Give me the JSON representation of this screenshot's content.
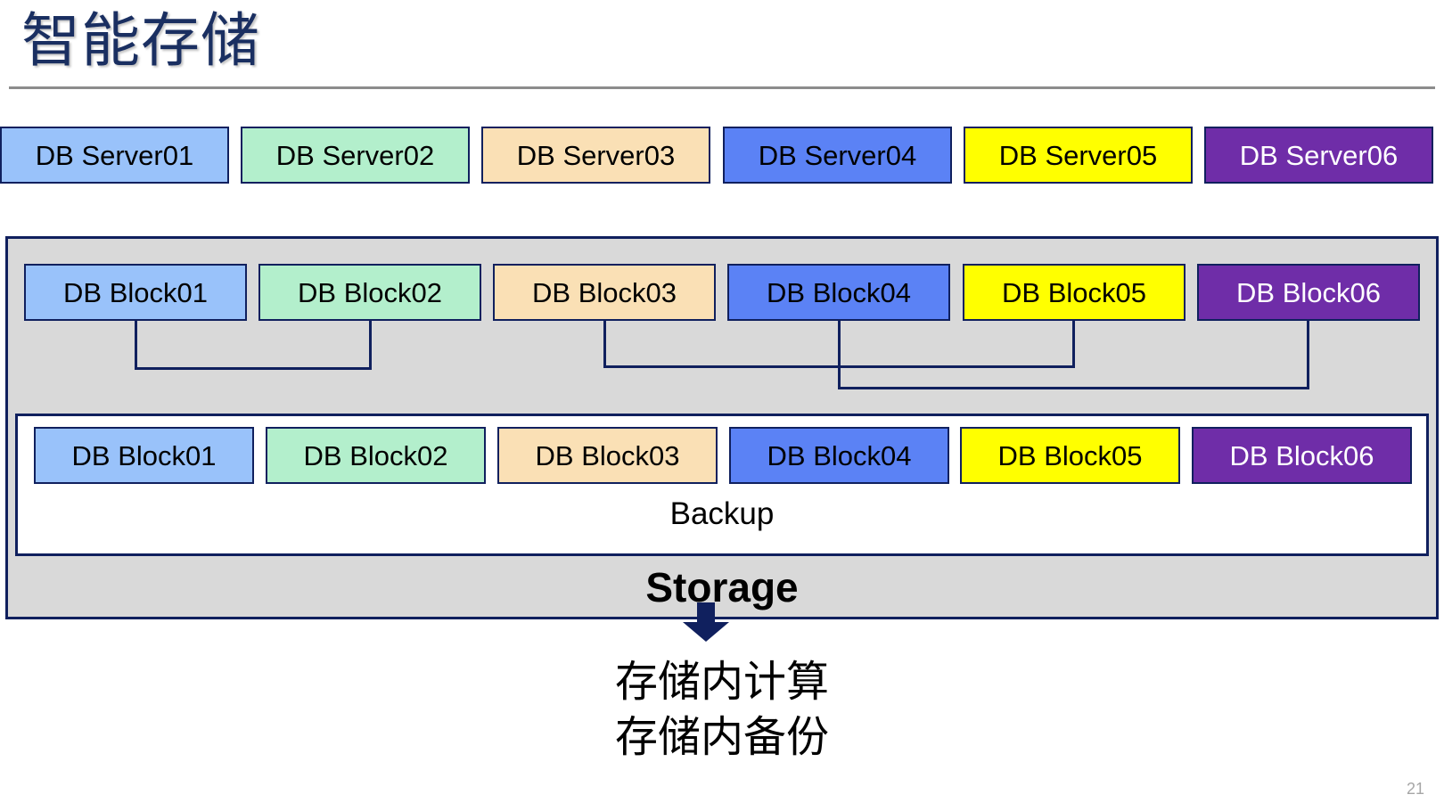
{
  "slide": {
    "title": "智能存储",
    "page_number": "21"
  },
  "palette": {
    "border": "#10205e",
    "title_color": "#1a2f61",
    "storage_bg": "#d9d9d9",
    "backup_bg": "#ffffff",
    "rule": "#8c8c8c",
    "arrow": "#10205e",
    "page_number": "#a6a6a6",
    "swatches": [
      "#99c2fa",
      "#b3efcc",
      "#fae0b5",
      "#5b82f5",
      "#ffff00",
      "#6f2da8"
    ]
  },
  "server_row": {
    "name": "db-server-row",
    "items": [
      {
        "label": "DB Server01",
        "fill": "#99c2fa",
        "text": "#000000"
      },
      {
        "label": "DB Server02",
        "fill": "#b3efcc",
        "text": "#000000"
      },
      {
        "label": "DB Server03",
        "fill": "#fae0b5",
        "text": "#000000"
      },
      {
        "label": "DB Server04",
        "fill": "#5b82f5",
        "text": "#000000"
      },
      {
        "label": "DB Server05",
        "fill": "#ffff00",
        "text": "#000000"
      },
      {
        "label": "DB Server06",
        "fill": "#6f2da8",
        "text": "#ffffff"
      }
    ]
  },
  "storage": {
    "label": "Storage",
    "primary_blocks": [
      {
        "label": "DB Block01",
        "fill": "#99c2fa",
        "text": "#000000"
      },
      {
        "label": "DB Block02",
        "fill": "#b3efcc",
        "text": "#000000"
      },
      {
        "label": "DB Block03",
        "fill": "#fae0b5",
        "text": "#000000"
      },
      {
        "label": "DB Block04",
        "fill": "#5b82f5",
        "text": "#000000"
      },
      {
        "label": "DB Block05",
        "fill": "#ffff00",
        "text": "#000000"
      },
      {
        "label": "DB Block06",
        "fill": "#6f2da8",
        "text": "#ffffff"
      }
    ],
    "backup": {
      "label": "Backup",
      "blocks": [
        {
          "label": "DB Block01",
          "fill": "#99c2fa",
          "text": "#000000"
        },
        {
          "label": "DB Block02",
          "fill": "#b3efcc",
          "text": "#000000"
        },
        {
          "label": "DB Block03",
          "fill": "#fae0b5",
          "text": "#000000"
        },
        {
          "label": "DB Block04",
          "fill": "#5b82f5",
          "text": "#000000"
        },
        {
          "label": "DB Block05",
          "fill": "#ffff00",
          "text": "#000000"
        },
        {
          "label": "DB Block06",
          "fill": "#6f2da8",
          "text": "#ffffff"
        }
      ]
    },
    "connectors": [
      {
        "from": "DB Block01",
        "to": "DB Block02"
      },
      {
        "from": "DB Block03",
        "to": "DB Block05"
      },
      {
        "from": "DB Block04",
        "to": "DB Block06"
      }
    ],
    "flow_arrow": "down-arrow-icon"
  },
  "caption": {
    "lines": [
      "存储内计算",
      "存储内备份"
    ]
  }
}
